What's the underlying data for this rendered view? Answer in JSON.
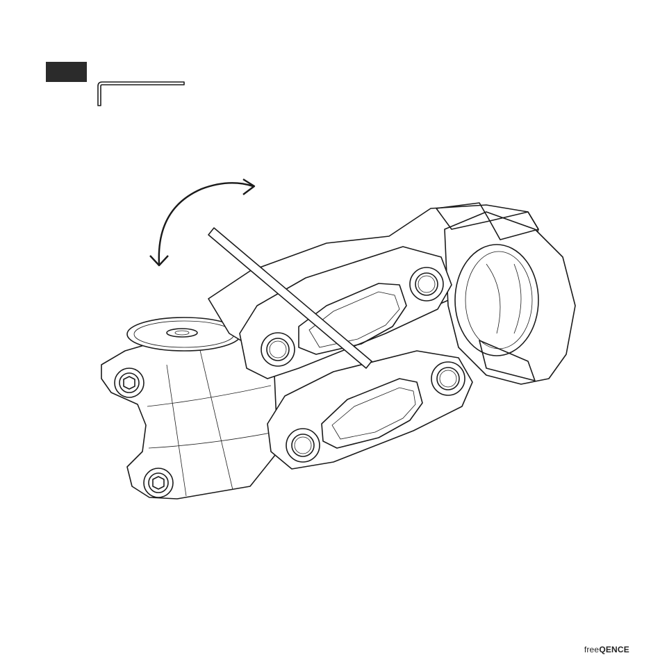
{
  "diagram": {
    "tool_icon": "hex-key-icon",
    "rotation_arrow_icon": "rotate-arrow-icon",
    "part": "bike-stem-illustration"
  },
  "brand": {
    "prefix": "free",
    "name": "QENCE"
  },
  "colors": {
    "line": "#1a1a1a",
    "badge": "#2b2b2b",
    "background": "#ffffff"
  }
}
